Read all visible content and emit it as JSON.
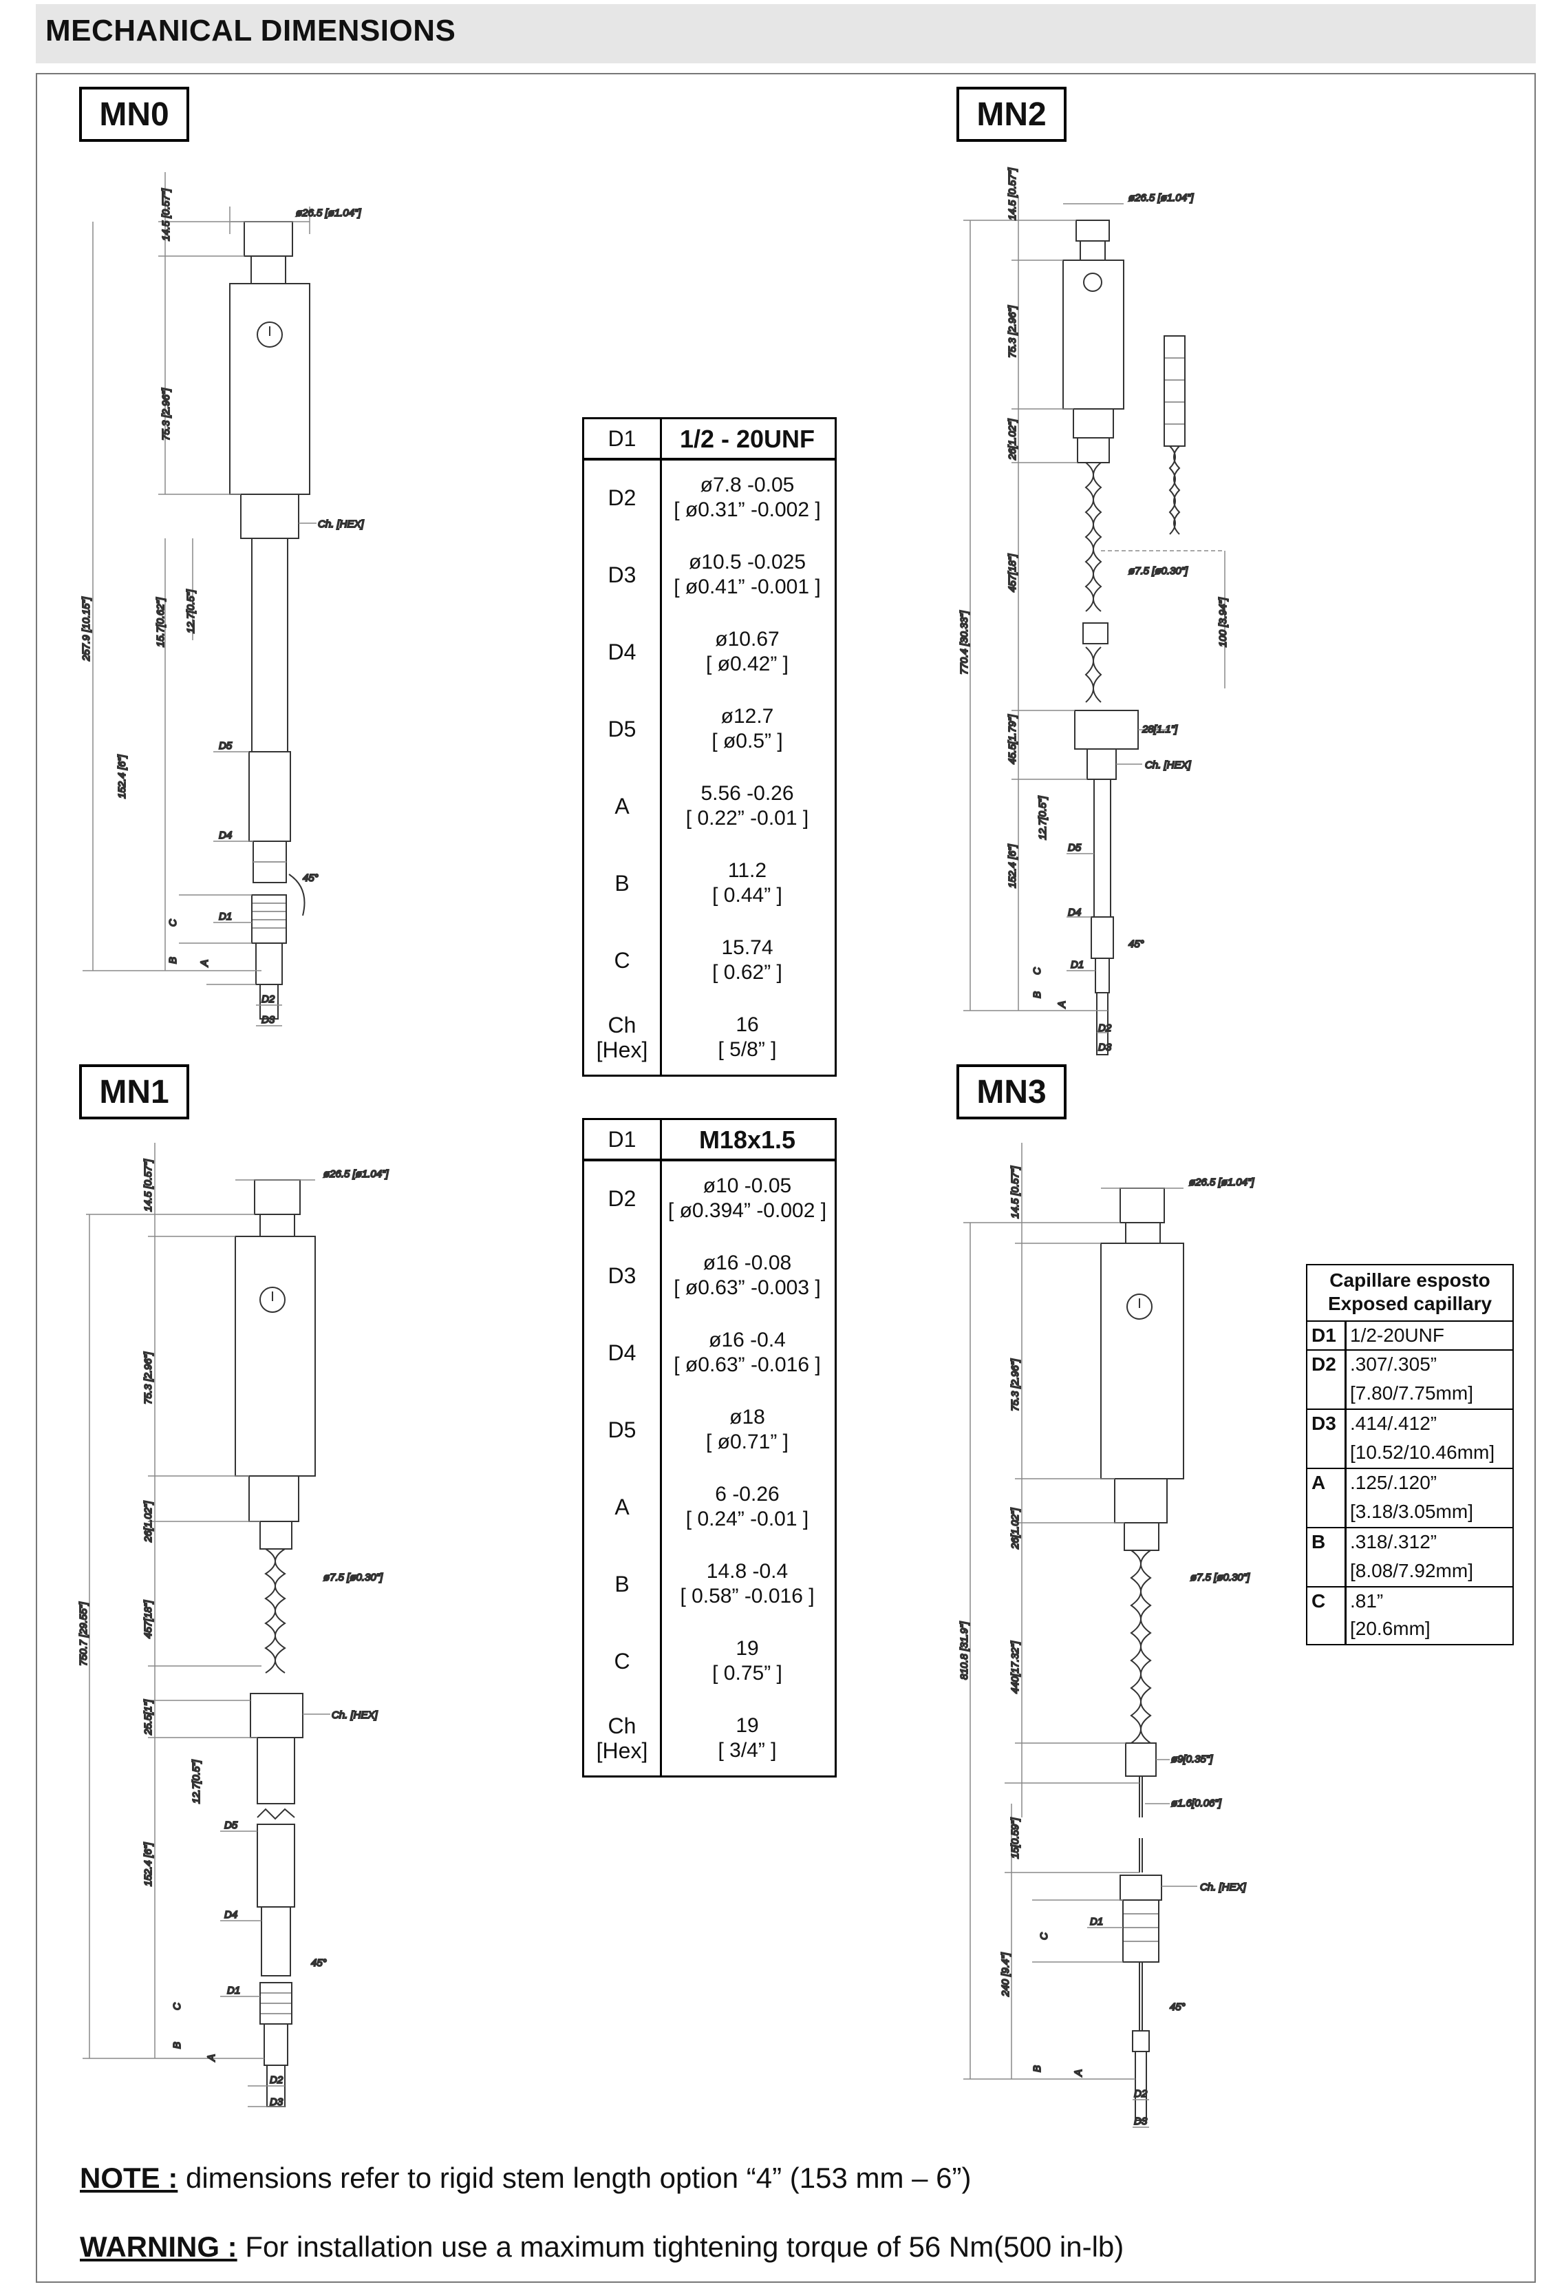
{
  "header": {
    "title": "MECHANICAL DIMENSIONS"
  },
  "models": {
    "mn0": "MN0",
    "mn1": "MN1",
    "mn2": "MN2",
    "mn3": "MN3"
  },
  "dims": {
    "dia_top": "ø26.5 [ø1.04\"]",
    "len_14_5": "14.5 [0.57\"]",
    "len_75_3": "75.3 [2.96\"]",
    "len_257_9": "257.9 [10.15\"]",
    "len_15_7": "15.7[0.62\"]",
    "len_12_7": "12.7[0.5\"]",
    "len_152_4": "152.4 [6\"]",
    "ch_hex": "Ch. [HEX]",
    "d1": "D1",
    "d2": "D2",
    "d3": "D3",
    "d4": "D4",
    "d5": "D5",
    "a": "A",
    "b": "B",
    "c": "C",
    "angle": "45°",
    "len_750_7": "750.7 [29.55\"]",
    "len_26": "26[1.02\"]",
    "len_457": "457[18\"]",
    "len_25_5": "25.5[1\"]",
    "dia_cap": "ø7.5 [ø0.30\"]",
    "len_770_4": "770.4 [30.33\"]",
    "len_100": "100 [3.94\"]",
    "len_45_5": "45.5[1.79\"]",
    "dia_28": "28[1.1\"]",
    "len_810_8": "810.8 [31.9\"]",
    "len_440": "440[17.32\"]",
    "dia_9": "ø9[0.35\"]",
    "dia_1_6": "ø1.6[0.06\"]",
    "len_15_059": "15[0.59\"]",
    "len_240": "240 [9.4\"]"
  },
  "table1": {
    "head_key": "D1",
    "head_val": "1/2 - 20UNF",
    "rows": [
      {
        "key": "D2",
        "l1": "ø7.8 -0.05",
        "l2": "[ ø0.31” -0.002 ]"
      },
      {
        "key": "D3",
        "l1": "ø10.5 -0.025",
        "l2": "[ ø0.41” -0.001 ]"
      },
      {
        "key": "D4",
        "l1": "ø10.67",
        "l2": "[ ø0.42” ]"
      },
      {
        "key": "D5",
        "l1": "ø12.7",
        "l2": "[ ø0.5” ]"
      },
      {
        "key": "A",
        "l1": "5.56 -0.26",
        "l2": "[ 0.22” -0.01 ]"
      },
      {
        "key": "B",
        "l1": "11.2",
        "l2": "[ 0.44” ]"
      },
      {
        "key": "C",
        "l1": "15.74",
        "l2": "[ 0.62” ]"
      },
      {
        "key": "Ch",
        "key2": "[Hex]",
        "l1": "16",
        "l2": "[ 5/8” ]"
      }
    ]
  },
  "table2": {
    "head_key": "D1",
    "head_val": "M18x1.5",
    "rows": [
      {
        "key": "D2",
        "l1": "ø10 -0.05",
        "l2": "[ ø0.394” -0.002 ]"
      },
      {
        "key": "D3",
        "l1": "ø16 -0.08",
        "l2": "[ ø0.63” -0.003 ]"
      },
      {
        "key": "D4",
        "l1": "ø16 -0.4",
        "l2": "[ ø0.63” -0.016 ]"
      },
      {
        "key": "D5",
        "l1": "ø18",
        "l2": "[ ø0.71” ]"
      },
      {
        "key": "A",
        "l1": "6 -0.26",
        "l2": "[ 0.24” -0.01 ]"
      },
      {
        "key": "B",
        "l1": "14.8 -0.4",
        "l2": "[ 0.58” -0.016 ]"
      },
      {
        "key": "C",
        "l1": "19",
        "l2": "[ 0.75” ]"
      },
      {
        "key": "Ch",
        "key2": "[Hex]",
        "l1": "19",
        "l2": "[ 3/4” ]"
      }
    ]
  },
  "capillary": {
    "title1": "Capillare esposto",
    "title2": "Exposed capillary",
    "rows": [
      {
        "key": "D1",
        "v1": "1/2-20UNF",
        "v2": ""
      },
      {
        "key": "D2",
        "v1": ".307/.305”",
        "v2": "[7.80/7.75mm]"
      },
      {
        "key": "D3",
        "v1": ".414/.412”",
        "v2": "[10.52/10.46mm]"
      },
      {
        "key": "A",
        "v1": ".125/.120”",
        "v2": "[3.18/3.05mm]"
      },
      {
        "key": "B",
        "v1": ".318/.312”",
        "v2": "[8.08/7.92mm]"
      },
      {
        "key": "C",
        "v1": ".81”",
        "v2": "[20.6mm]"
      }
    ]
  },
  "notes": {
    "note_label": "NOTE :",
    "note_text": " dimensions refer to rigid stem length option “4” (153 mm – 6”)",
    "warning_label": "WARNING :",
    "warning_text": " For installation use a maximum tightening torque of 56 Nm(500 in-lb)"
  }
}
